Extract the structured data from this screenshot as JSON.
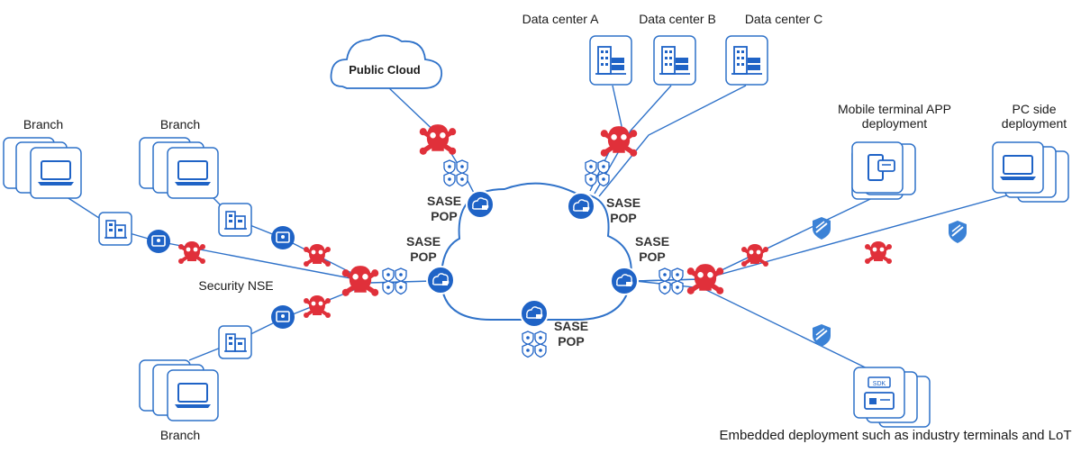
{
  "labels": {
    "public_cloud": "Public Cloud",
    "data_center_a": "Data center A",
    "data_center_b": "Data center B",
    "data_center_c": "Data center C",
    "branch_1": "Branch",
    "branch_2": "Branch",
    "branch_3": "Branch",
    "security_nse": "Security NSE",
    "mobile_line1": "Mobile terminal APP",
    "mobile_line2": "deployment",
    "pc_line1": "PC side",
    "pc_line2": "deployment",
    "embedded": "Embedded deployment such as industry terminals and LoT",
    "sdk": "SDK"
  },
  "pops": [
    {
      "line1": "SASE",
      "line2": "POP"
    },
    {
      "line1": "SASE",
      "line2": "POP"
    },
    {
      "line1": "SASE",
      "line2": "POP"
    },
    {
      "line1": "SASE",
      "line2": "POP"
    },
    {
      "line1": "SASE",
      "line2": "POP"
    }
  ],
  "colors": {
    "primary_blue": "#1f63c6",
    "light_blue": "#3b82d6",
    "threat_red": "#e0303a",
    "line_blue": "#2f72c9"
  },
  "icons": [
    "cloud-icon",
    "laptop-icon",
    "building-icon",
    "server-icon",
    "skull-icon",
    "shield-icon",
    "phone-icon",
    "pc-icon",
    "sdk-device-icon",
    "pop-node-icon"
  ]
}
